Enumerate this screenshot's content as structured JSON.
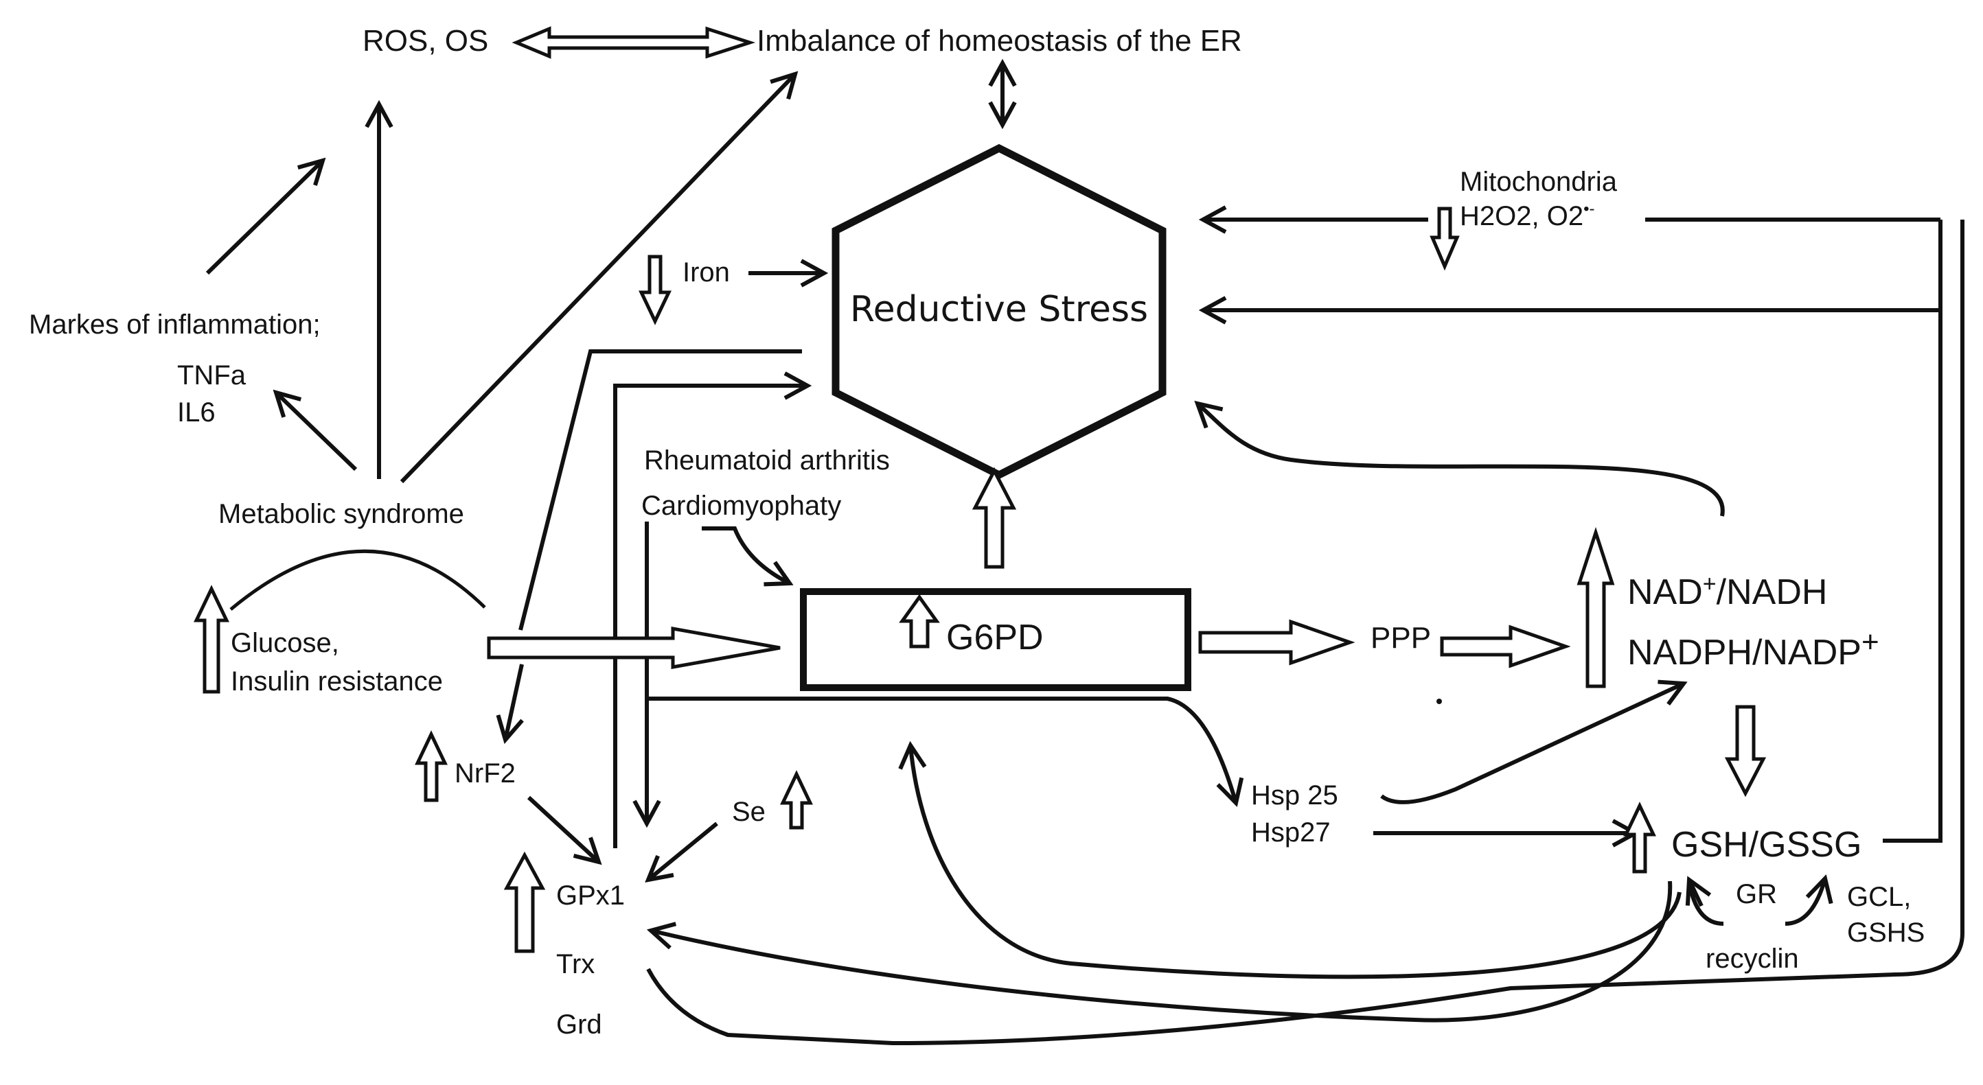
{
  "nodes": {
    "ros_os": "ROS, OS",
    "er_imbalance": "Imbalance of homeostasis of the ER",
    "reductive_stress": "Reductive Stress",
    "mitochondria": "Mitochondria",
    "h2o2": "H2O2, O2",
    "h2o2_sup": "•-",
    "iron": "Iron",
    "markers_inflammation": "Markes of inflammation;",
    "tnfa": "TNFa",
    "il6": "IL6",
    "metabolic_syndrome": "Metabolic  syndrome",
    "rheumatoid_arthritis": "Rheumatoid arthritis",
    "cardiomyopathy": "Cardiomyophaty",
    "glucose": "Glucose,",
    "insulin_resistance": "Insulin resistance",
    "g6pd": "G6PD",
    "ppp": "PPP",
    "nad_1a": "NAD",
    "nad_1s": "+",
    "nad_1b": "/NADH",
    "nadph_a": "NADPH/NADP",
    "nadph_s": "+",
    "nrf2": "NrF2",
    "se": "Se",
    "hsp25": "Hsp 25",
    "hsp27": "Hsp27",
    "gsh_gssg": "GSH/GSSG",
    "gr": "GR",
    "gcl": "GCL,",
    "gshs": "GSHS",
    "recycling": "recyclin",
    "gpx1": "GPx1",
    "trx": "Trx",
    "grd": "Grd"
  }
}
